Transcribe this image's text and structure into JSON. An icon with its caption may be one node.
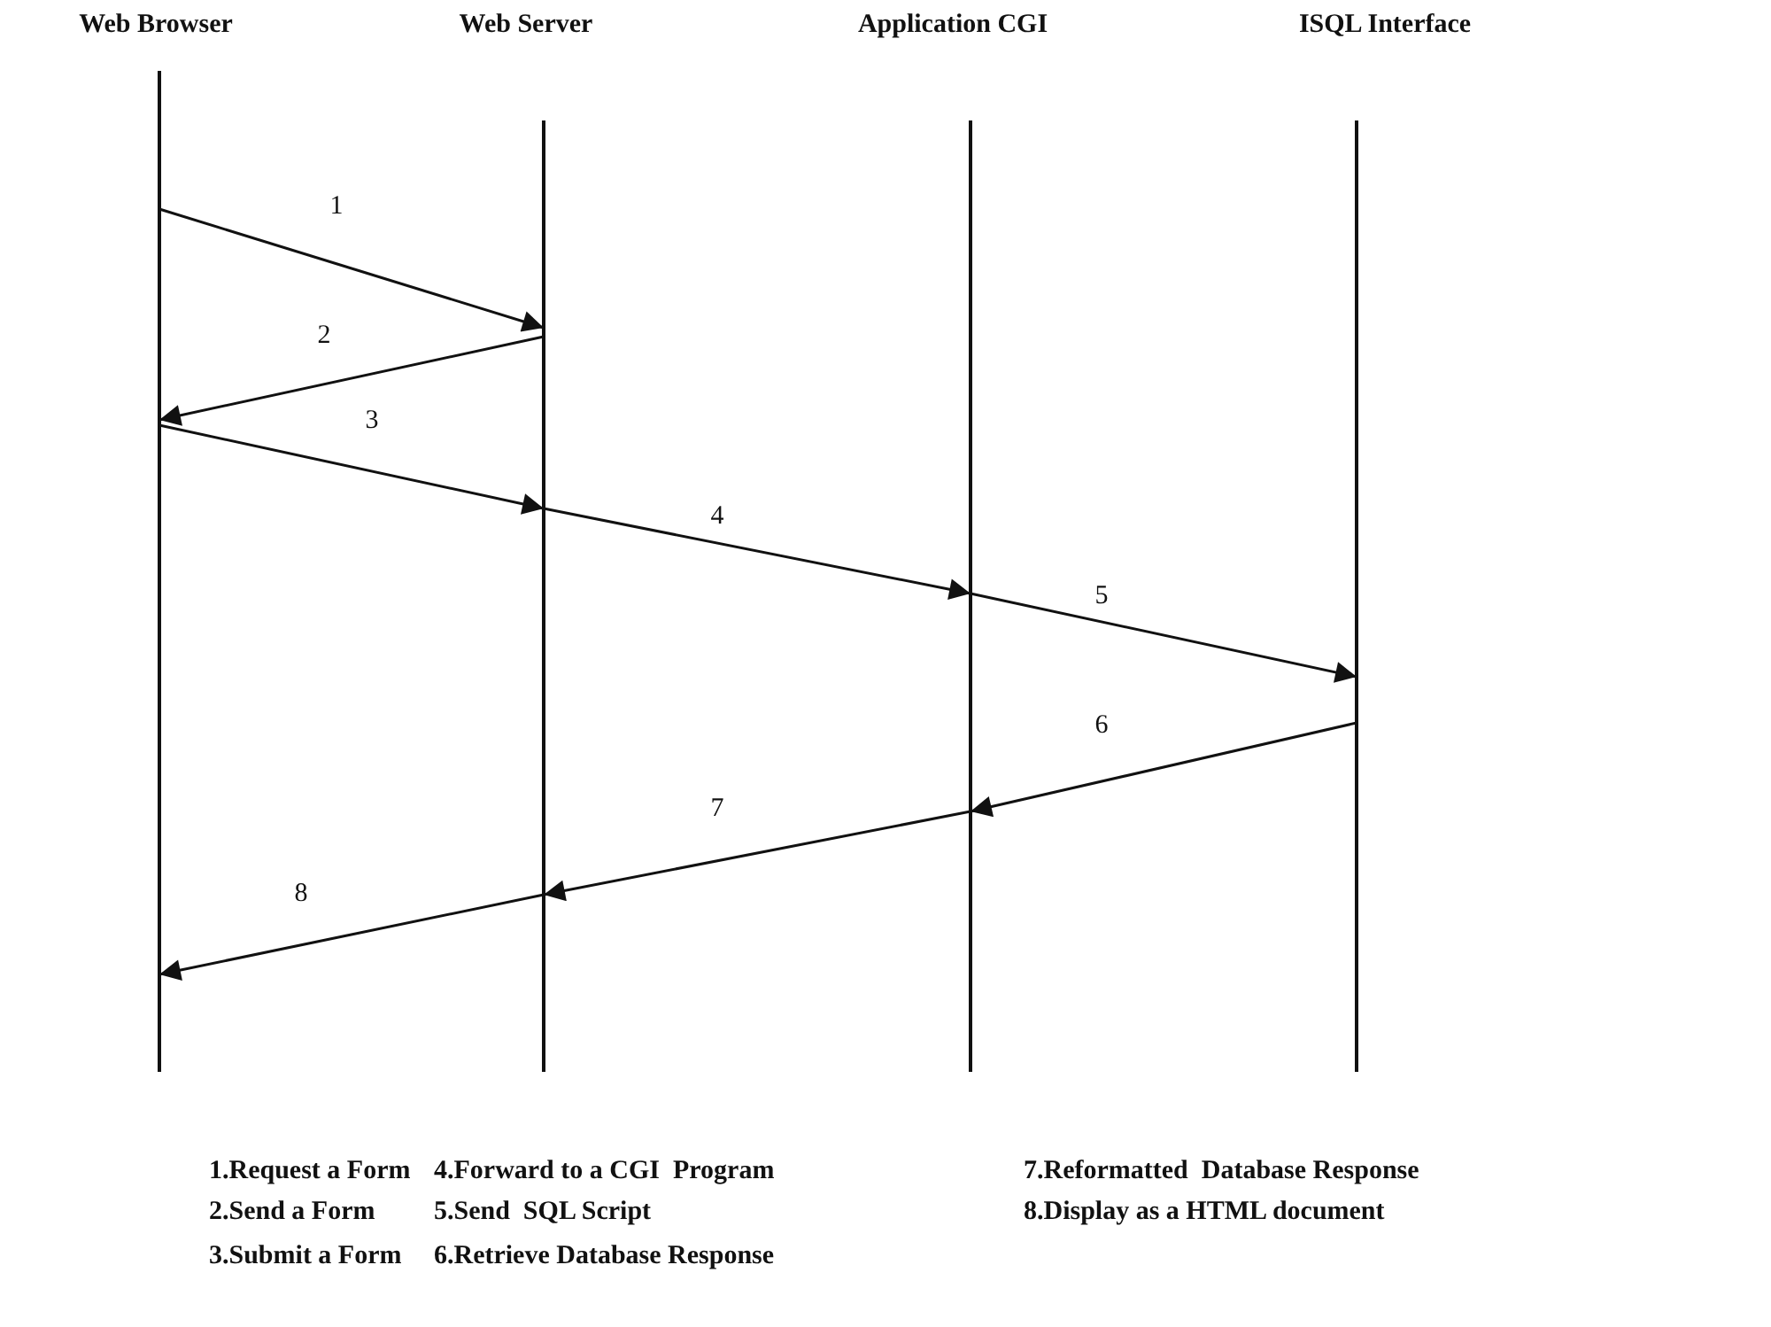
{
  "diagram": {
    "nodes": [
      {
        "text": [
          "Web Browser"
        ]
      },
      {
        "text": [
          "Web Server"
        ]
      },
      {
        "text": [
          "Application CGI"
        ]
      },
      {
        "text": [
          "ISQL Interface"
        ]
      }
    ],
    "edges": [
      {
        "from": 0,
        "to": 1,
        "arrow": "to",
        "label": "1"
      },
      {
        "from": 1,
        "to": 0,
        "arrow": "to",
        "label": "2"
      },
      {
        "from": 0,
        "to": 1,
        "arrow": "to",
        "label": "3"
      },
      {
        "from": 1,
        "to": 2,
        "arrow": "to",
        "label": "4"
      },
      {
        "from": 2,
        "to": 3,
        "arrow": "to",
        "label": "5"
      },
      {
        "from": 3,
        "to": 2,
        "arrow": "to",
        "label": "6"
      },
      {
        "from": 2,
        "to": 1,
        "arrow": "to",
        "label": "7"
      },
      {
        "from": 1,
        "to": 0,
        "arrow": "to",
        "label": "8"
      }
    ],
    "labels": [
      "1.Request a Form",
      "4.Forward to a CGI  Program",
      "7.Reformatted  Database Response",
      "2.Send a Form",
      "5.Send  SQL Script",
      "8.Display as a HTML document",
      "3.Submit a Form",
      "6.Retrieve Database Response"
    ]
  }
}
